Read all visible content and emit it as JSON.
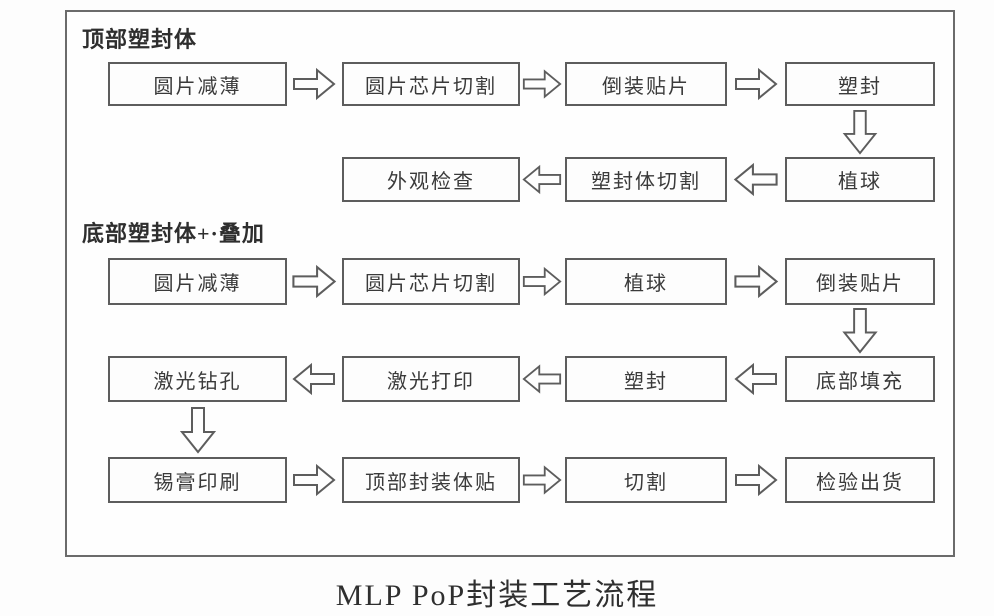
{
  "colors": {
    "frame_border": "#6b6b6b",
    "box_border": "#5d5d5d",
    "text": "#3a3a3a",
    "background": "#fdfdfd"
  },
  "icons": {
    "arrow_right": "hollow-block-arrow-right",
    "arrow_left": "hollow-block-arrow-left",
    "arrow_down": "hollow-block-arrow-down"
  },
  "caption": "MLP PoP封装工艺流程",
  "top_section": {
    "title": "顶部塑封体",
    "row1": {
      "steps": [
        "圆片减薄",
        "圆片芯片切割",
        "倒装贴片",
        "塑封"
      ]
    },
    "row2": {
      "steps": [
        "外观检查",
        "塑封体切割",
        "植球"
      ]
    }
  },
  "bottom_section": {
    "title": "底部塑封体+·叠加",
    "row1": {
      "steps": [
        "圆片减薄",
        "圆片芯片切割",
        "植球",
        "倒装贴片"
      ]
    },
    "row2": {
      "steps": [
        "激光钻孔",
        "激光打印",
        "塑封",
        "底部填充"
      ]
    },
    "row3": {
      "steps": [
        "锡膏印刷",
        "顶部封装体贴",
        "切割",
        "检验出货"
      ]
    }
  }
}
